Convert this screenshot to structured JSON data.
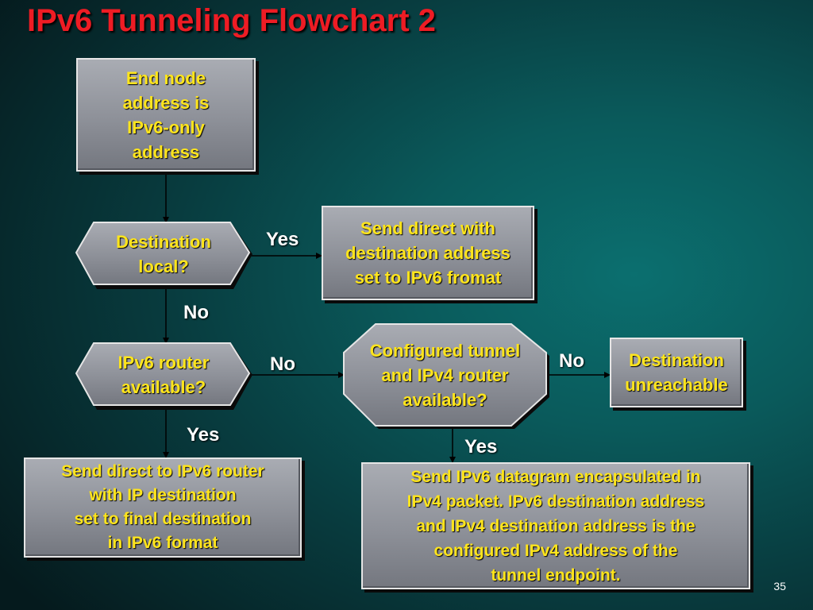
{
  "title": "IPv6 Tunneling Flowchart 2",
  "slide_number": "35",
  "nodes": {
    "start": "End node\naddress is\nIPv6-only\naddress",
    "dest_local": "Destination\nlocal?",
    "send_direct": "Send direct with\ndestination address\nset to IPv6 fromat",
    "router_avail": "IPv6 router\navailable?",
    "tunnel_avail": "Configured tunnel\nand IPv4 router\navailable?",
    "unreachable": "Destination\nunreachable",
    "send_router": "Send direct to IPv6 router\nwith IP destination\nset to final destination\nin IPv6 format",
    "encapsulate": "Send IPv6 datagram encapsulated in\nIPv4 packet.  IPv6 destination address\nand IPv4 destination address is the\nconfigured IPv4 address of the\ntunnel endpoint."
  },
  "edge_labels": {
    "local_yes": "Yes",
    "local_no": "No",
    "router_no": "No",
    "tunnel_no": "No",
    "router_yes": "Yes",
    "tunnel_yes": "Yes"
  },
  "colors": {
    "title": "#ee1c24",
    "node_text": "#ffe51c",
    "label_text": "#ffffff",
    "box_fill": "#8d9098",
    "connector": "#000000"
  }
}
